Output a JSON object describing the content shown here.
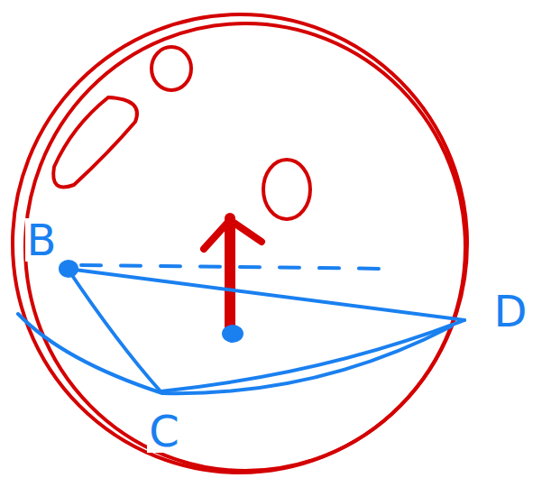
{
  "diagram": {
    "labels": [
      "B",
      "C",
      "D"
    ]
  }
}
